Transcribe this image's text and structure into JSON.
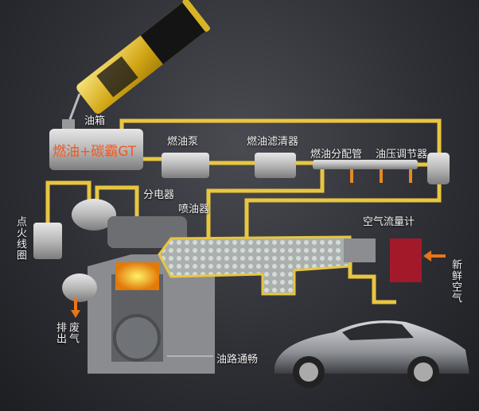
{
  "labels": {
    "fuel_tank": "油箱",
    "tank_content": "燃油+碳霸GT",
    "fuel_pump": "燃油泵",
    "fuel_filter": "燃油滤清器",
    "fuel_rail": "燃油分配管",
    "pressure_regulator": "油压调节器",
    "distributor": "分电器",
    "injector": "喷油器",
    "ignition_coil": "点火线圈",
    "air_flow_meter": "空气流量计",
    "fresh_air": "新鲜空气",
    "exhaust_out_1": "废气",
    "exhaust_out_2": "排出",
    "fuel_line_clear": "油路通畅"
  },
  "colors": {
    "fuel_line": "#e8c640",
    "tank_text": "#ee5a24",
    "air_meter": "#a3192a",
    "arrow": "#e8751a"
  }
}
